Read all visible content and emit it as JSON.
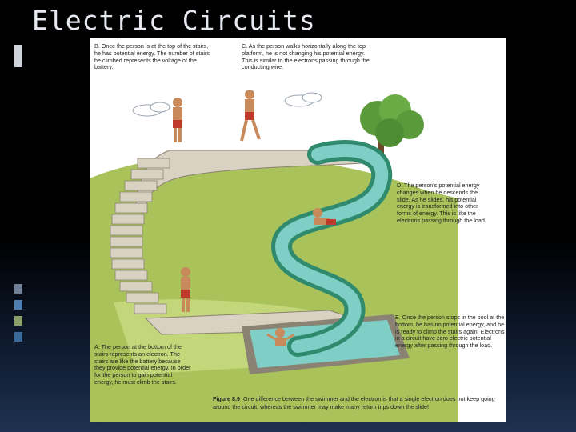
{
  "slide": {
    "title": "Electric Circuits"
  },
  "figure": {
    "captions": {
      "b": "B. Once the person is at the top of the stairs, he has potential energy. The number of stairs he climbed represents the voltage of the battery.",
      "c": "C. As the person walks horizontally along the top platform, he is not changing his potential energy. This is similar to the electrons passing through the conducting wire.",
      "d": "D. The person's potential energy changes when he descends the slide. As he slides, his potential energy is transformed into other forms of energy. This is like the electrons passing through the load.",
      "e": "E. Once the person stops in the pool at the bottom, he has no potential energy, and he is ready to climb the stairs again. Electrons in a circuit have zero electric potential energy after passing through the load.",
      "a": "A. The person at the bottom of the stairs represents an electron. The stairs are like the battery because they provide potential energy. In order for the person to gain potential energy, he must climb the stairs."
    },
    "figure_label": "Figure 8.9",
    "figure_caption": "One difference between the swimmer and the electron is that a single electron does not keep going around the circuit, whereas the swimmer may make many return trips down the slide!"
  },
  "colors": {
    "title_text": "#e6eaf0",
    "slide_water": "#7fcfc6",
    "slide_rim": "#2f8a6e",
    "grass": "#a9c25a",
    "stone": "#d9d2c2"
  }
}
